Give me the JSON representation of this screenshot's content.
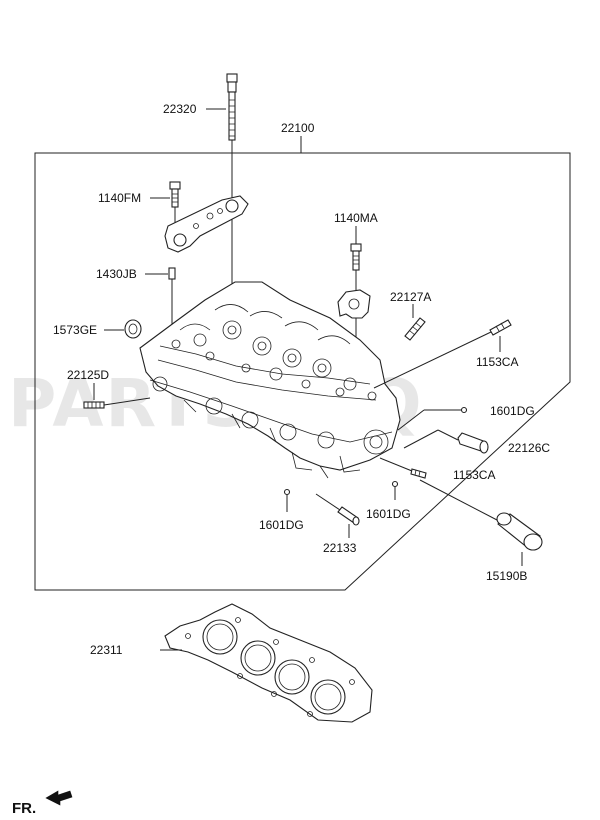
{
  "labels": {
    "p22320": "22320",
    "p22100": "22100",
    "p1140FM": "1140FM",
    "p1140MA": "1140MA",
    "p1430JB": "1430JB",
    "p22127A": "22127A",
    "p1573GE": "1573GE",
    "p1153CA_top": "1153CA",
    "p22125D": "22125D",
    "p1601DG_right": "1601DG",
    "p22126C": "22126C",
    "p1153CA_bottom": "1153CA",
    "p1601DG_left": "1601DG",
    "p1601DG_mid": "1601DG",
    "p22133": "22133",
    "p15190B": "15190B",
    "p22311": "22311"
  },
  "watermark": "PARTSOUQ",
  "direction": {
    "label": "FR."
  }
}
